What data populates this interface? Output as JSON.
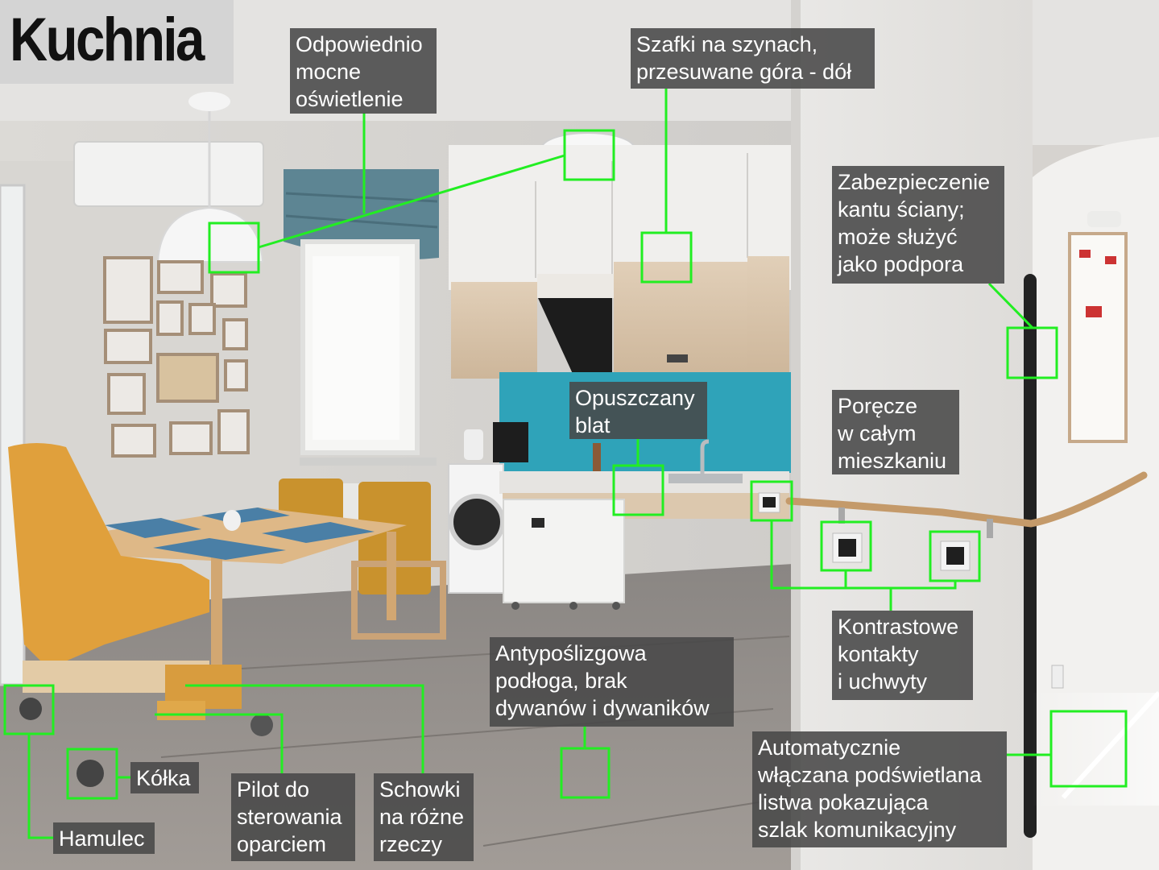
{
  "title": "Kuchnia",
  "colors": {
    "marker": "#22ee22",
    "label_bg": "#484848",
    "label_text": "#ffffff",
    "title_bg": "#d4d4d4"
  },
  "annotations": {
    "lighting": [
      "Odpowiednio",
      "mocne",
      "oświetlenie"
    ],
    "cabinets": [
      "Szafki na szynach,",
      "przesuwane góra - dół"
    ],
    "wall_corner": [
      "Zabezpieczenie",
      "kantu ściany;",
      "może służyć",
      "jako podpora"
    ],
    "countertop": [
      "Opuszczany",
      "blat"
    ],
    "handrails": [
      "Poręcze",
      "w całym",
      "mieszkaniu"
    ],
    "contrast_switches": [
      "Kontrastowe",
      "kontakty",
      "i uchwyty"
    ],
    "floor": [
      "Antypoślizgowa",
      "podłoga, brak",
      "dywanów i dywaników"
    ],
    "lighting_strip": [
      "Automatycznie",
      "włączana podświetlana",
      "listwa pokazująca",
      "szlak komunikacyjny"
    ],
    "wheels": [
      "Kółka"
    ],
    "brake": [
      "Hamulec"
    ],
    "remote": [
      "Pilot do",
      "sterowania",
      "oparciem"
    ],
    "storage": [
      "Schowki",
      "na różne",
      "rzeczy"
    ]
  }
}
